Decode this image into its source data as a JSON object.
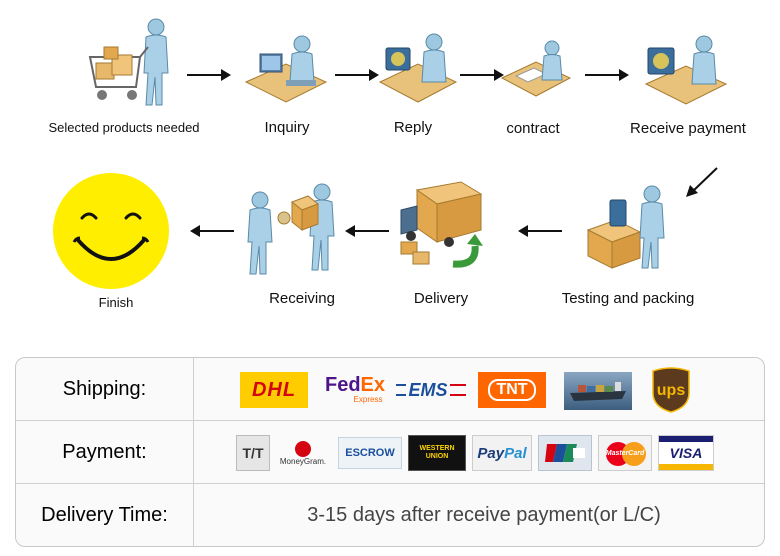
{
  "steps": {
    "selected": "Selected products needed",
    "inquiry": "Inquiry",
    "reply": "Reply",
    "contract": "contract",
    "receive_payment": "Receive payment",
    "testing": "Testing and packing",
    "delivery": "Delivery",
    "receiving": "Receiving",
    "finish": "Finish"
  },
  "table": {
    "shipping_label": "Shipping:",
    "payment_label": "Payment:",
    "delivery_label": "Delivery Time:",
    "delivery_value": "3-15 days after receive payment(or L/C)",
    "shipping_logos": {
      "dhl": "DHL",
      "fedex_fed": "Fed",
      "fedex_ex": "Ex",
      "fedex_sub": "Express",
      "ems": "EMS",
      "tnt": "TNT",
      "ups": "ups"
    },
    "payment_logos": {
      "tt": "T/T",
      "moneygram": "MoneyGram.",
      "escrow": "ESCROW",
      "western_union_1": "WESTERN",
      "western_union_2": "UNION",
      "paypal_pay": "Pay",
      "paypal_pal": "Pal",
      "mastercard": "MasterCard",
      "visa": "VISA"
    }
  },
  "colors": {
    "smiley": "#ffee00",
    "dhl_bg": "#ffcc00",
    "dhl_text": "#d40511",
    "fedex_purple": "#4d148c",
    "fedex_orange": "#ff6600",
    "ems_blue": "#1b4f9c",
    "tnt_orange": "#ff6600",
    "ups_brown": "#5c3a1e",
    "ups_gold": "#f5b700",
    "paypal_dark": "#1b3e7a",
    "paypal_light": "#2790d0",
    "visa_blue": "#1a1f71"
  }
}
